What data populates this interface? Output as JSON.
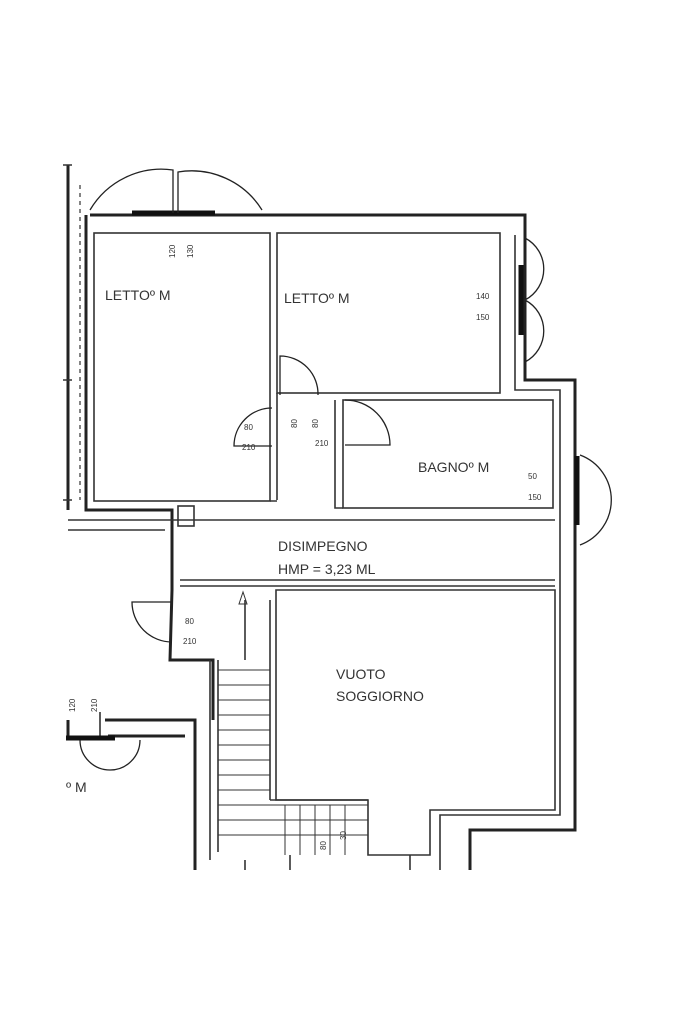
{
  "rooms": {
    "letto1": "LETTOº  M",
    "letto2": "LETTOº  M",
    "bagno": "BAGNOº  M",
    "disimpegno": "DISIMPEGNO",
    "hmp": "HMP = 3,23 ML",
    "vuoto": "VUOTO",
    "soggiorno": "SOGGIORNO",
    "partial": "º  M"
  },
  "dimensions": {
    "win_top_a": "120",
    "win_top_b": "130",
    "win_right_a": "140",
    "win_right_b": "150",
    "door_letto1_w": "80",
    "door_letto1_h": "210",
    "door_mid_a": "80",
    "door_mid_b": "80",
    "door_bagno_h": "210",
    "win_bagno_w": "50",
    "win_bagno_h": "150",
    "door_left_w": "80",
    "door_left_h": "210",
    "win_left_a": "120",
    "win_left_b": "210",
    "stair_a": "80",
    "stair_b": "30"
  }
}
